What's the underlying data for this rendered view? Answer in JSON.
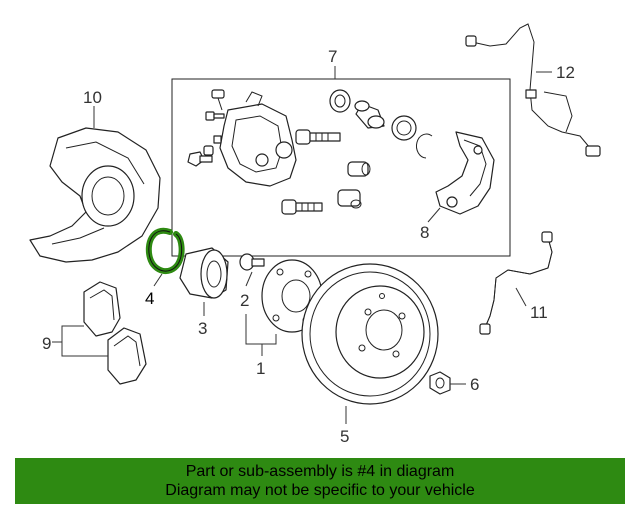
{
  "labels": {
    "p1": "1",
    "p2": "2",
    "p3": "3",
    "p4": "4",
    "p5": "5",
    "p6": "6",
    "p7": "7",
    "p8": "8",
    "p9": "9",
    "p10": "10",
    "p11": "11",
    "p12": "12"
  },
  "highlight_color": "#2e8a12",
  "banner": {
    "line1": "Part or sub-assembly is #4 in diagram",
    "line2": "Diagram may not be specific to your vehicle"
  }
}
